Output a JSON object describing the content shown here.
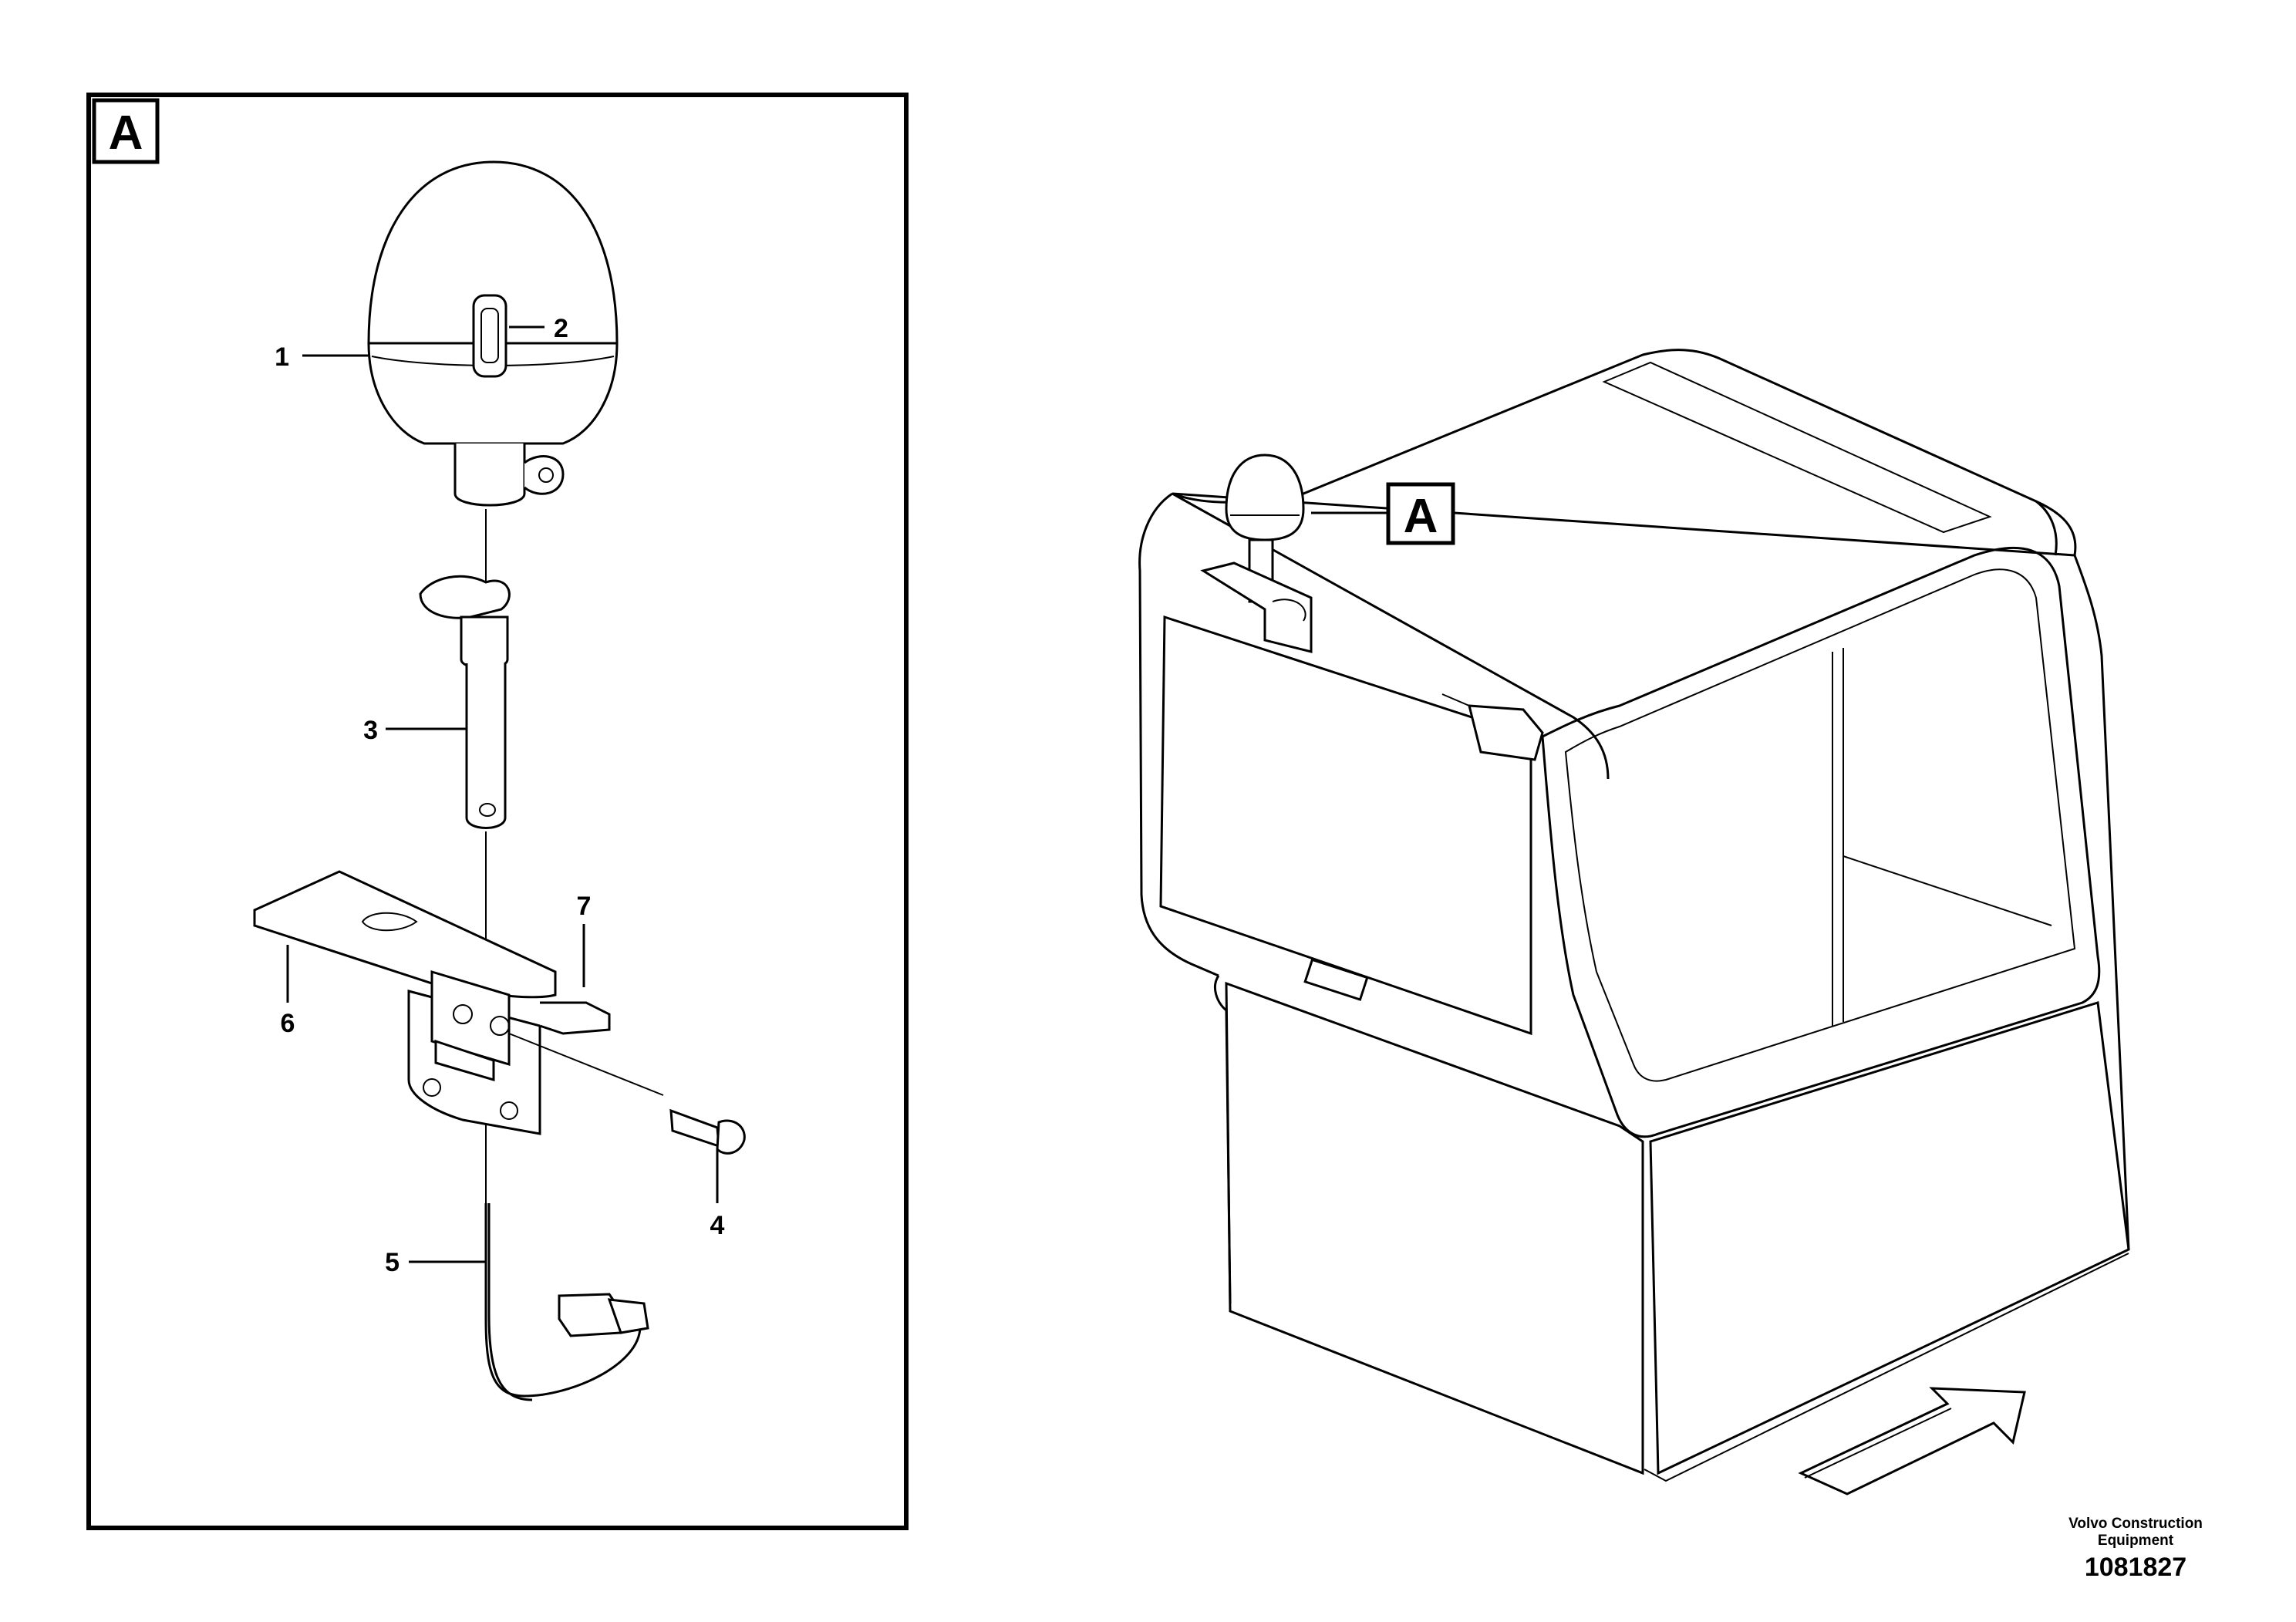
{
  "detail_view": {
    "frame_label": "A",
    "callouts": [
      {
        "number": "1"
      },
      {
        "number": "2"
      },
      {
        "number": "3"
      },
      {
        "number": "4"
      },
      {
        "number": "5"
      },
      {
        "number": "6"
      },
      {
        "number": "7"
      }
    ]
  },
  "overview": {
    "detail_reference": "A"
  },
  "footer": {
    "company_line1": "Volvo Construction",
    "company_line2": "Equipment",
    "drawing_number": "1081827"
  }
}
